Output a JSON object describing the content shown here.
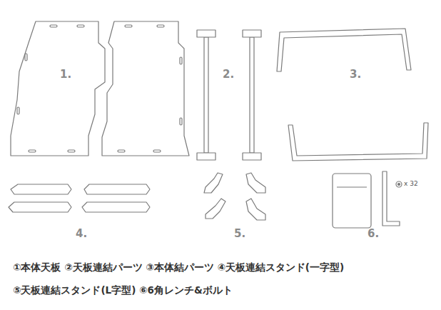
{
  "diagram": {
    "labels": [
      "1.",
      "2.",
      "3.",
      "4.",
      "5.",
      "6.",
      "x 32",
      "①本体天板 ②天板連結パーツ ③本体結パーツ ④天板連結スタンド(一字型)",
      "⑤天板連結スタンド(L字型) ⑥6角レンチ&ボルト"
    ]
  }
}
